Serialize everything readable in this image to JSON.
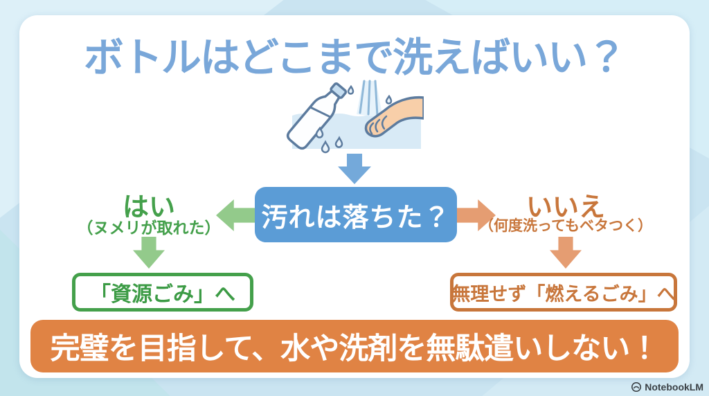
{
  "page": {
    "title": "ボトルはどこまで洗えばいい？",
    "brand_name": "NotebookLM"
  },
  "flowchart": {
    "illustration": "bottle-being-washed-by-hand-under-running-water",
    "question": "汚れは落ちた？",
    "yes_branch": {
      "label": "はい",
      "sublabel": "（ヌメリが取れた）",
      "result": "「資源ごみ」へ"
    },
    "no_branch": {
      "label": "いいえ",
      "sublabel": "（何度洗ってもベタつく）",
      "result": "無理せず「燃えるごみ」へ"
    },
    "conclusion": "完璧を目指して、水や洗剤を無駄遣いしない！"
  },
  "colors": {
    "background": "#cae4f1",
    "card": "#ffffff",
    "title_blue": "#79a7d9",
    "question_box_blue": "#5b9cd6",
    "flow_arrow_blue": "#74a9da",
    "yes_green": "#44a04b",
    "yes_arrow_green": "#93ca8b",
    "no_orange": "#c8763b",
    "no_arrow_orange": "#e59d72",
    "banner_orange": "#e08344"
  }
}
